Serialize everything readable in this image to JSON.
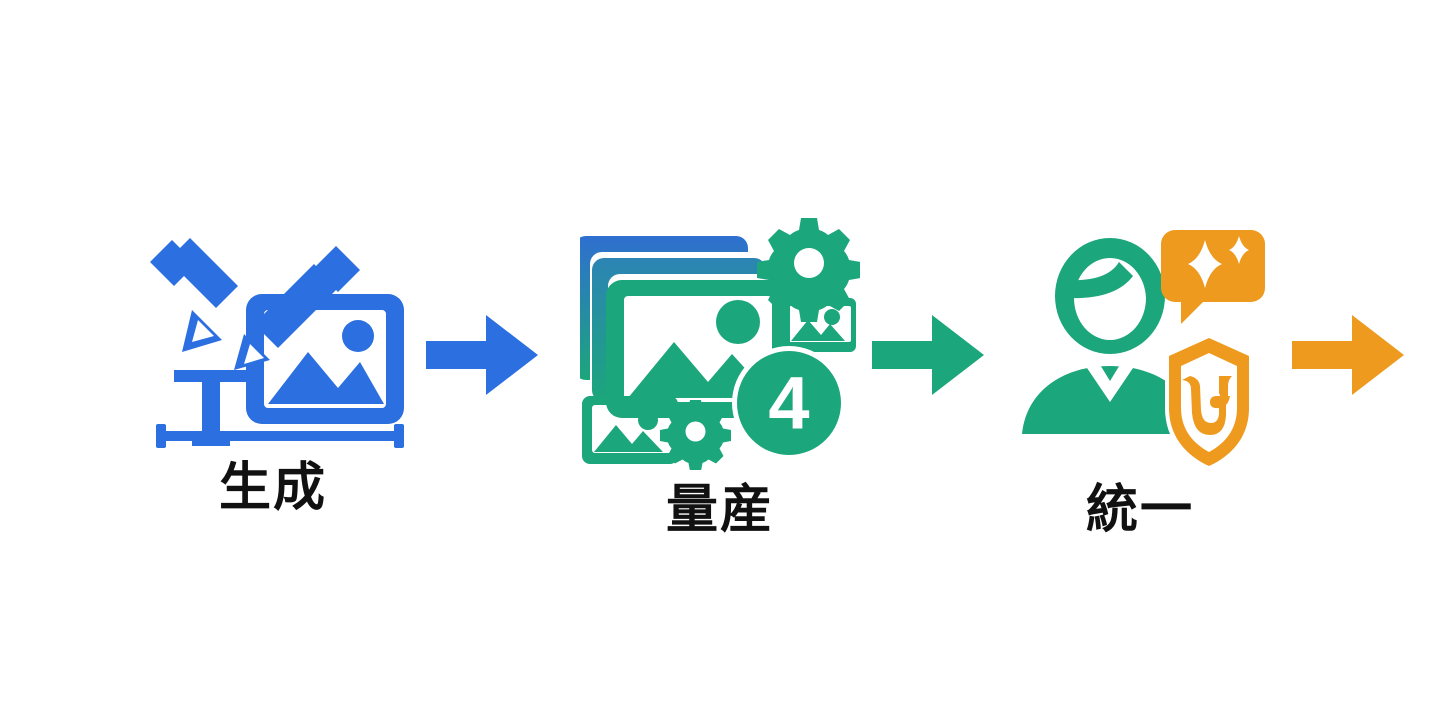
{
  "diagram": {
    "title": "",
    "background_color": "#ffffff",
    "colors": {
      "blue": "#2B6FE0",
      "blue_arrow": "#2B6FE0",
      "green": "#1CA67B",
      "green_arrow": "#1CA67B",
      "orange": "#EE9A1E",
      "orange_arrow": "#EE9A1E",
      "label_text": "#111111",
      "stack_gradient_top": "#2F6FD0",
      "stack_gradient_bottom": "#1CA67B"
    },
    "stages": [
      {
        "id": "generation",
        "label": "生成",
        "accent": "#2B6FE0",
        "icon_name": "image-text-editing-icon",
        "icon_parts": [
          "pencil-left-icon",
          "pencil-right-icon",
          "text-t-icon",
          "ruler-icon",
          "picture-frame-icon"
        ]
      },
      {
        "id": "mass-production",
        "label": "量産",
        "accent": "#1CA67B",
        "icon_name": "stacked-images-batch-icon",
        "badge_value": "4",
        "icon_parts": [
          "image-stack-icon",
          "gear-large-icon",
          "gear-small-icon",
          "thumbnail-top-right-icon",
          "thumbnail-bottom-left-icon",
          "count-badge"
        ]
      },
      {
        "id": "unification",
        "label": "統一",
        "accent": "#1CA67B",
        "icon_name": "brand-consistency-icon",
        "icon_parts": [
          "person-icon",
          "sparkle-speech-bubble-icon",
          "shield-u-icon"
        ]
      }
    ],
    "arrows": [
      {
        "id": "arrow-1",
        "color": "#2B6FE0",
        "direction": "right",
        "icon_name": "arrow-right-icon"
      },
      {
        "id": "arrow-2",
        "color": "#1CA67B",
        "direction": "right",
        "icon_name": "arrow-right-icon"
      },
      {
        "id": "arrow-3",
        "color": "#EE9A1E",
        "direction": "right",
        "icon_name": "arrow-right-icon"
      }
    ]
  }
}
